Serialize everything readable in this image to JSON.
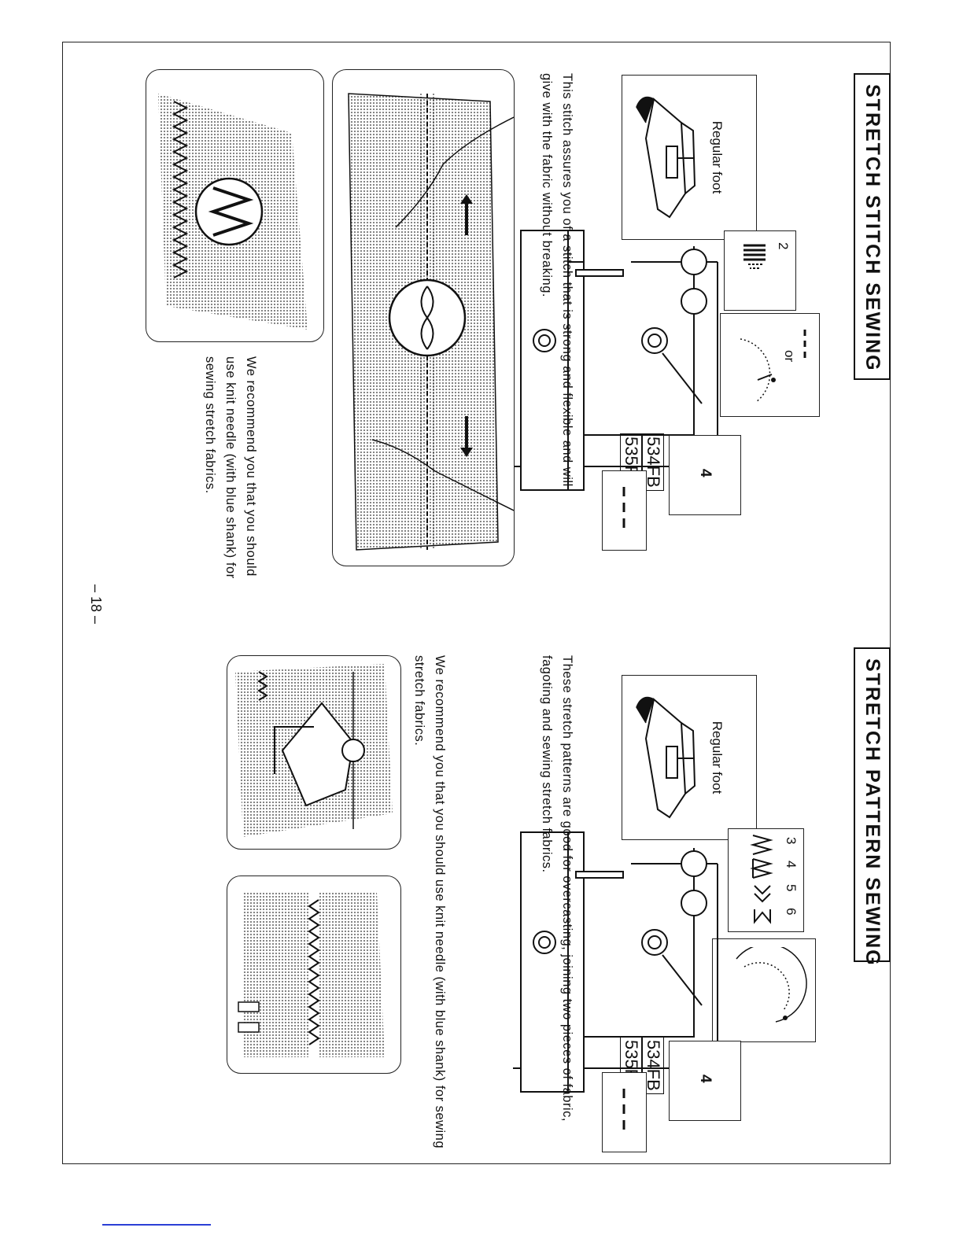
{
  "left_section": {
    "title": "STRETCH STITCH SEWING",
    "foot_label": "Regular foot",
    "pattern_number": "2",
    "stitch_length_or": "or",
    "tension_value": "4",
    "machine_labels": [
      "534FB",
      "535FA"
    ],
    "description": "This stitch assures you of a stitch that is strong and flexible and will give with the fabric without breaking.",
    "recommendation": "We recommend you that you should use knit needle (with blue shank) for sewing stretch fabrics."
  },
  "right_section": {
    "title": "STRETCH PATTERN SEWING",
    "foot_label": "Regular foot",
    "pattern_numbers": [
      "3",
      "4",
      "5",
      "6"
    ],
    "tension_value": "4",
    "machine_labels": [
      "534FB",
      "535FA"
    ],
    "description": "These stretch patterns are good for overcasting, joining two pieces of fabric, fagoting and sewing stretch fabrics.",
    "recommendation": "We recommend you that you should use knit needle (with blue shank) for sewing stretch fabrics."
  },
  "page_number": "– 18 –",
  "colors": {
    "ink": "#111111",
    "link_underline": "#2b3fd6",
    "dot_fill": "#bdbdbd"
  }
}
